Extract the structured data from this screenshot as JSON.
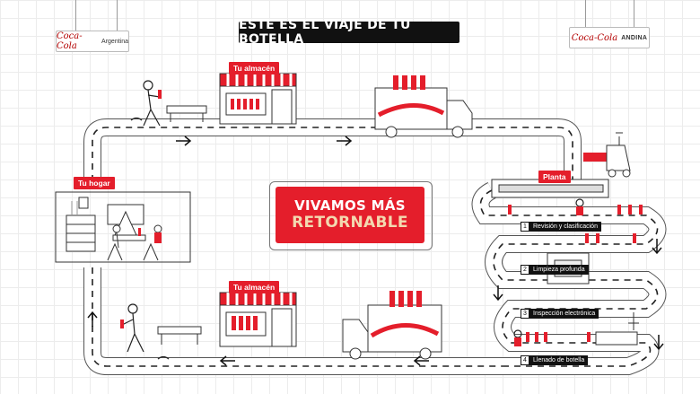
{
  "title": "ESTE ES EL VIAJE DE TU BOTELLA",
  "logos": {
    "left": {
      "script": "Coca-Cola",
      "sub": "Argentina"
    },
    "right": {
      "script": "Coca-Cola",
      "sub": "ANDINA"
    }
  },
  "center": {
    "line1": "VIVAMOS MÁS",
    "line2": "RETORNABLE"
  },
  "locations": {
    "store_top": "Tu almacén",
    "store_bottom": "Tu almacén",
    "home": "Tu hogar",
    "plant": "Planta"
  },
  "steps": [
    {
      "num": "1",
      "label": "Revisión y clasificación"
    },
    {
      "num": "2",
      "label": "Limpieza profunda"
    },
    {
      "num": "3",
      "label": "Inspección electrónica"
    },
    {
      "num": "4",
      "label": "Llenado de botella"
    }
  ],
  "colors": {
    "brand_red": "#e41e2b",
    "black": "#111111",
    "cream": "#f3d9b0",
    "grid": "#ececec"
  }
}
